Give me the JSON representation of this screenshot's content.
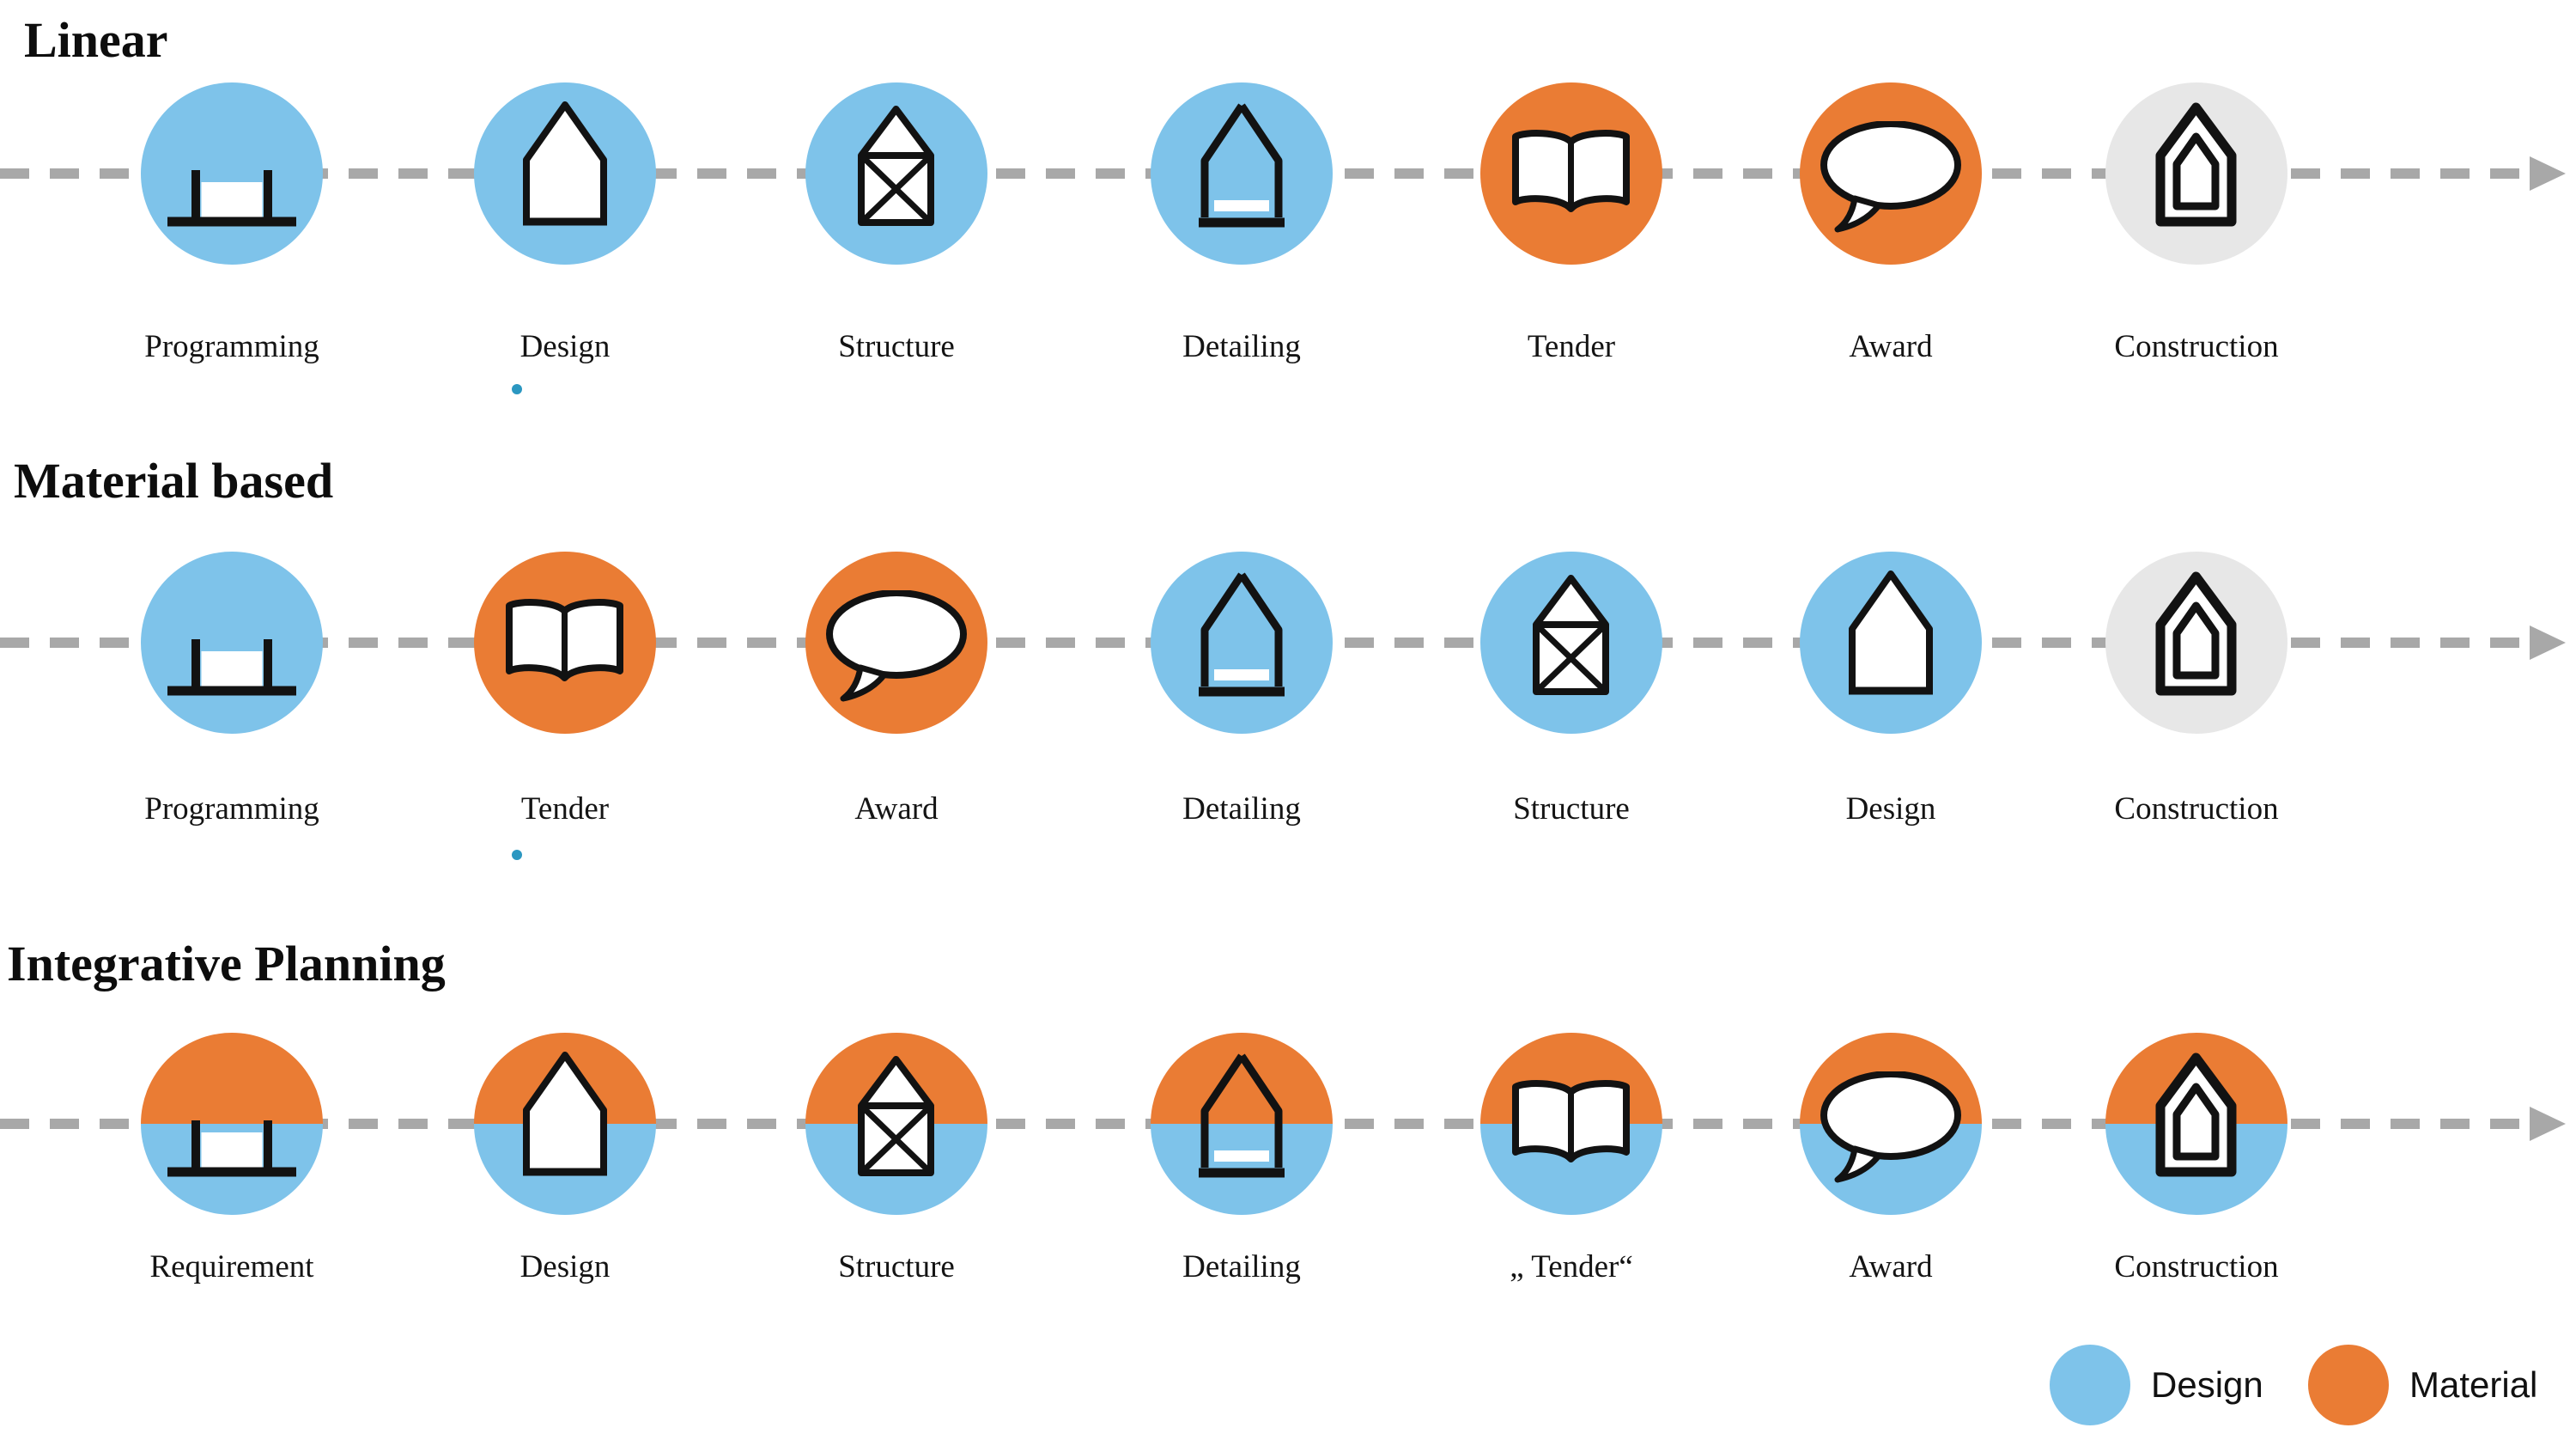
{
  "colors": {
    "design_blue": "#7EC3EA",
    "material_orange": "#EA7C34",
    "construction_gray": "#E7E7E7",
    "timeline_gray": "#A8A8A8",
    "dot_teal": "#2B97C1",
    "icon_stroke": "#121212"
  },
  "rows": [
    {
      "title": "Linear",
      "stages": [
        {
          "label": "Programming",
          "icon": "bench",
          "color": "design"
        },
        {
          "label": "Design",
          "icon": "house",
          "color": "design"
        },
        {
          "label": "Structure",
          "icon": "house-truss",
          "color": "design"
        },
        {
          "label": "Detailing",
          "icon": "house-detail",
          "color": "design"
        },
        {
          "label": "Tender",
          "icon": "open-book",
          "color": "material"
        },
        {
          "label": "Award",
          "icon": "speech-bubble",
          "color": "material"
        },
        {
          "label": "Construction",
          "icon": "nested-house",
          "color": "neutral"
        }
      ]
    },
    {
      "title": "Material based",
      "stages": [
        {
          "label": "Programming",
          "icon": "bench",
          "color": "design"
        },
        {
          "label": "Tender",
          "icon": "open-book",
          "color": "material"
        },
        {
          "label": "Award",
          "icon": "speech-bubble",
          "color": "material"
        },
        {
          "label": "Detailing",
          "icon": "house-detail",
          "color": "design"
        },
        {
          "label": "Structure",
          "icon": "house-truss",
          "color": "design"
        },
        {
          "label": "Design",
          "icon": "house",
          "color": "design"
        },
        {
          "label": "Construction",
          "icon": "nested-house",
          "color": "neutral"
        }
      ]
    },
    {
      "title": "Integrative Planning",
      "stages": [
        {
          "label": "Requirement",
          "icon": "bench",
          "color": "split"
        },
        {
          "label": "Design",
          "icon": "house",
          "color": "split"
        },
        {
          "label": "Structure",
          "icon": "house-truss",
          "color": "split"
        },
        {
          "label": "Detailing",
          "icon": "house-detail",
          "color": "split"
        },
        {
          "label": "„ Tender“",
          "icon": "open-book",
          "color": "split"
        },
        {
          "label": "Award",
          "icon": "speech-bubble",
          "color": "split"
        },
        {
          "label": "Construction",
          "icon": "nested-house",
          "color": "split"
        }
      ]
    }
  ],
  "legend": {
    "items": [
      {
        "label": "Design",
        "color": "design"
      },
      {
        "label": "Material",
        "color": "material"
      }
    ]
  },
  "annotations": {
    "stray_dots": [
      {
        "row": "Linear",
        "below_label": "Design"
      },
      {
        "row": "Material based",
        "below_label": "Tender"
      }
    ]
  }
}
